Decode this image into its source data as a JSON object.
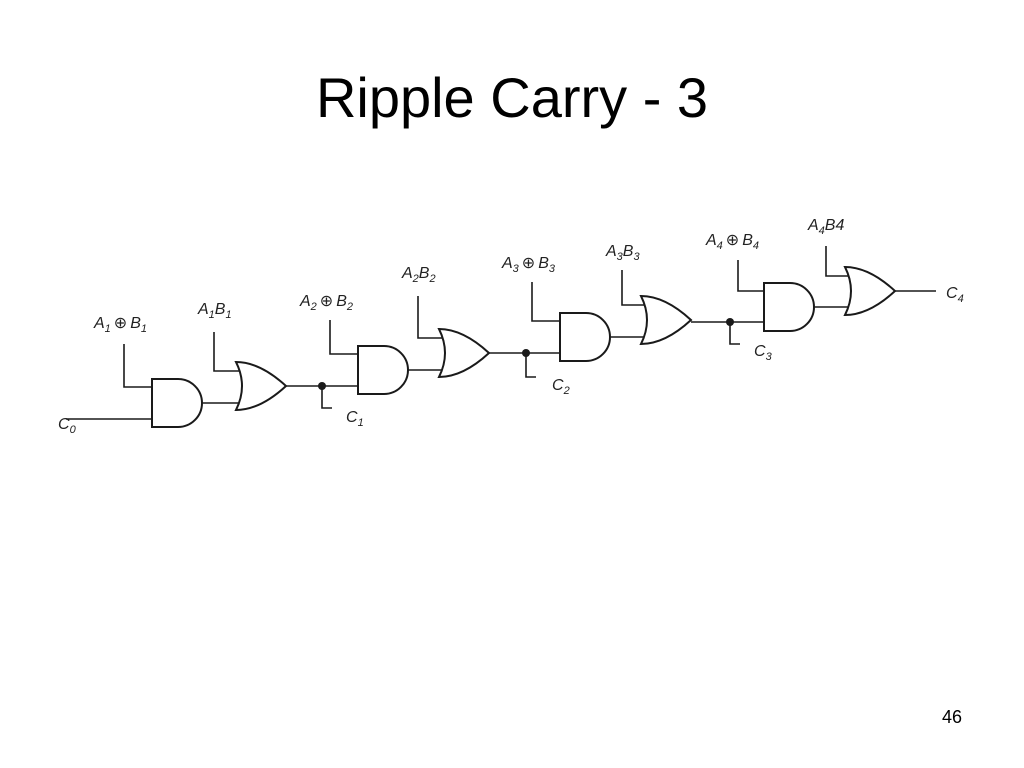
{
  "slide": {
    "title": "Ripple Carry - 3",
    "page_number": "46"
  },
  "circuit": {
    "carry_in": {
      "base": "C",
      "sub": "0"
    },
    "stages": [
      {
        "propagate": {
          "a": "A",
          "a_sub": "1",
          "op": "⊕",
          "b": "B",
          "b_sub": "1"
        },
        "generate": {
          "a": "A",
          "a_sub": "1",
          "b": "B",
          "b_sub": "1"
        },
        "carry_out": {
          "base": "C",
          "sub": "1"
        }
      },
      {
        "propagate": {
          "a": "A",
          "a_sub": "2",
          "op": "⊕",
          "b": "B",
          "b_sub": "2"
        },
        "generate": {
          "a": "A",
          "a_sub": "2",
          "b": "B",
          "b_sub": "2"
        },
        "carry_out": {
          "base": "C",
          "sub": "2"
        }
      },
      {
        "propagate": {
          "a": "A",
          "a_sub": "3",
          "op": "⊕",
          "b": "B",
          "b_sub": "3"
        },
        "generate": {
          "a": "A",
          "a_sub": "3",
          "b": "B",
          "b_sub": "3"
        },
        "carry_out": {
          "base": "C",
          "sub": "3"
        }
      },
      {
        "propagate": {
          "a": "A",
          "a_sub": "4",
          "op": "⊕",
          "b": "B",
          "b_sub": "4"
        },
        "generate": {
          "a": "A",
          "a_sub": "4",
          "b": "B4",
          "b_sub": ""
        },
        "carry_out": {
          "base": "C",
          "sub": "4"
        }
      }
    ]
  }
}
